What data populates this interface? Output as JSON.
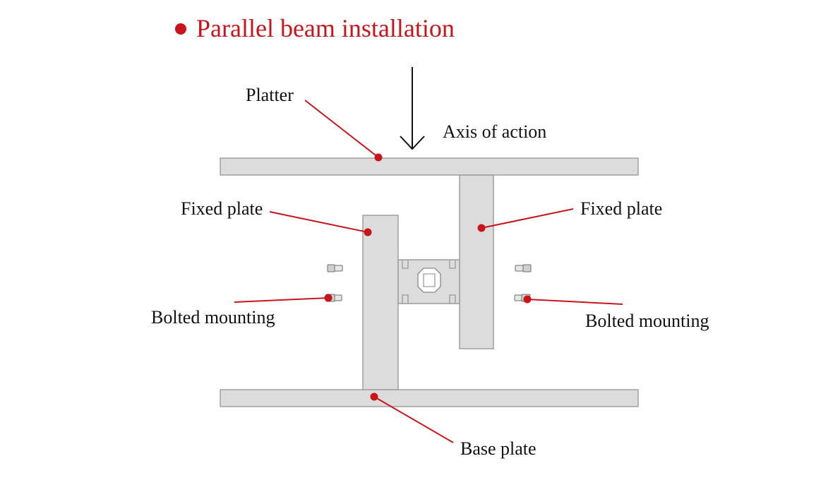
{
  "title": "Parallel beam installation",
  "colors": {
    "accent": "#c8151b",
    "plate_fill": "#dcdcdc",
    "plate_stroke": "#9a9a9a",
    "text": "#111111"
  },
  "labels": {
    "platter": "Platter",
    "axis_of_action": "Axis of action",
    "fixed_plate_left": "Fixed plate",
    "fixed_plate_right": "Fixed plate",
    "bolted_mounting_left": "Bolted mounting",
    "bolted_mounting_right": "Bolted mounting",
    "base_plate": "Base plate"
  },
  "icons": {
    "title_marker": "bullet-dot-icon",
    "arrow": "arrow-down-icon",
    "bolt": "bolt-icon"
  }
}
